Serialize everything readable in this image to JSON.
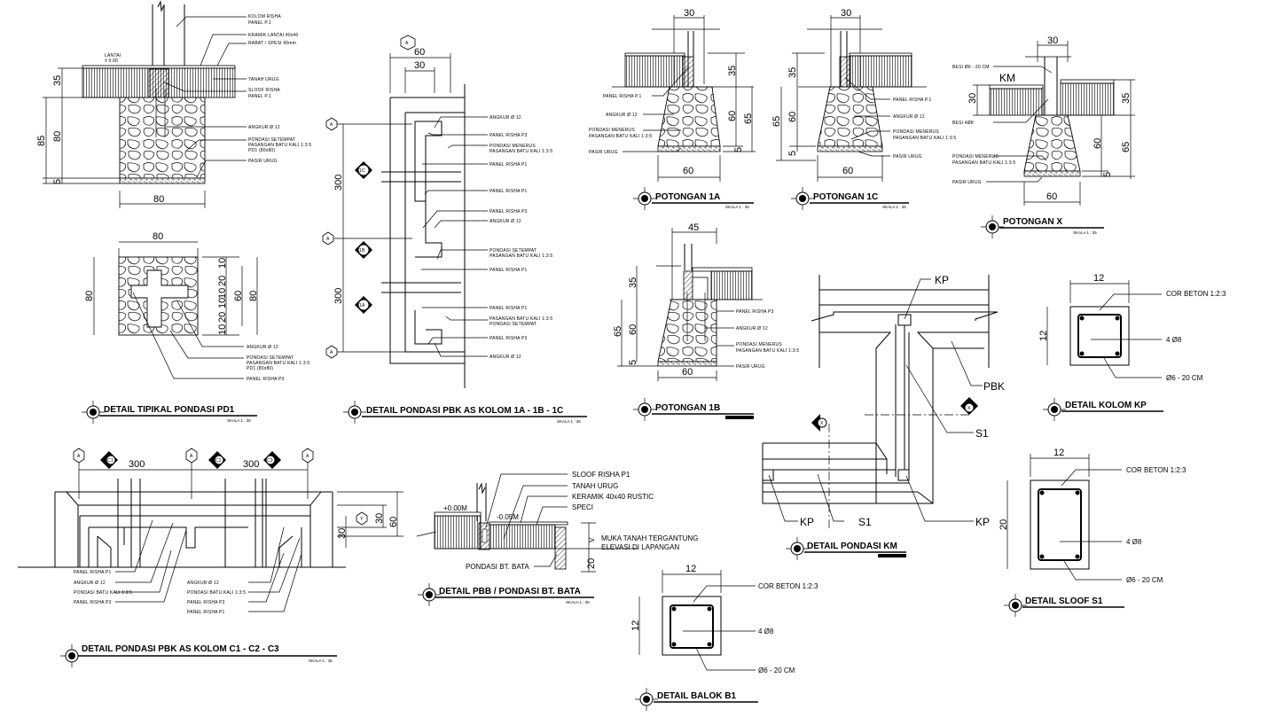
{
  "sheet": {
    "tipikal_pd1_section": {
      "labels": [
        "KOLOM RISHA",
        "PANEL P.1",
        "KRAMIK LANTAI 40x40",
        "RABAT / SPESI 40mm",
        "TANAH URUG",
        "SLOOF RISHA",
        "PANEL P.1",
        "ANGKUR Ø 12",
        "PONDASI SETEMPAT",
        "PASANGAN BATU KALI 1:3:5",
        "PD1 (80x80)",
        "PASIR URUG"
      ],
      "lantai": "LANTAI",
      "lantai_level": "± 0.00",
      "dims": {
        "h35": "35",
        "h80": "80",
        "h85": "85",
        "h5": "5",
        "w80": "80"
      }
    },
    "tipikal_pd1_plan": {
      "dims": {
        "w80": "80",
        "h80": "80",
        "r10a": "10",
        "r20a": "20",
        "r10b": "10",
        "r10c": "10",
        "r20b": "20",
        "r10d": "10",
        "h60": "60",
        "h80b": "80"
      },
      "labels": [
        "ANGKUR Ø 12",
        "PONDASI SETEMPAT",
        "PASANGAN BATU KALI 1:3:5",
        "PD1 (80x80)",
        "PANEL RISHA P3"
      ],
      "title": "DETAIL TIPIKAL PONDASI PD1",
      "scale": "SKALA 1 : 35"
    },
    "pbk_1a_1c": {
      "grid_top": "A",
      "grid_left": [
        "A",
        "A",
        "A"
      ],
      "section_marks": [
        "1C",
        "1B",
        "1A"
      ],
      "dims": {
        "w60": "60",
        "w30": "30",
        "h300a": "300",
        "h300b": "300"
      },
      "labels": [
        "ANGKUR Ø 12",
        "PANEL RISHA P3",
        "PONDASI MENERUS",
        "PASANGAN BATU KALI 1:3:5",
        "PANEL RISHA P1",
        "PANEL RISHA P1",
        "PANEL RISHA P3",
        "ANGKUR Ø 12",
        "PONDASI SETEMPAT",
        "PASANGAN BATU KALI 1:3:5",
        "PANEL RISHA P1",
        "PANEL RISHA P1",
        "PASANGAN BATU KALI 1:3:5",
        "PONDASI SETEMPAT",
        "PANEL RISHA P3",
        "ANGKUR Ø 12"
      ],
      "title": "DETAIL PONDASI PBK AS KOLOM 1A - 1B - 1C",
      "scale": "SKALA 1 : 35"
    },
    "potongan_1a": {
      "dims": {
        "w30": "30",
        "h35": "35",
        "h60": "60",
        "h65": "65",
        "h5": "5",
        "w60": "60"
      },
      "labels": [
        "PANEL RISHA P.1",
        "ANGKUR Ø 12",
        "PONDASI MENERUS",
        "PASANGAN BATU KALI 1:3:5",
        "PASIR URUG"
      ],
      "title": "POTONGAN 1A",
      "scale": "SKALA 1 : 35"
    },
    "potongan_1c": {
      "dims": {
        "w30": "30",
        "h35": "35",
        "h60": "60",
        "h65": "65",
        "h5": "5",
        "w60": "60"
      },
      "labels": [
        "PANEL RISHA P.1",
        "ANGKUR Ø 12",
        "PONDASI MENERUS",
        "PASANGAN BATU KALI 1:3:5",
        "PASIR URUG"
      ],
      "title": "POTONGAN 1C",
      "scale": "SKALA 1 : 35"
    },
    "potongan_x": {
      "km": "KM",
      "dims": {
        "w30": "30",
        "h30": "30",
        "h35": "35",
        "h60": "60",
        "h65": "65",
        "h5": "5",
        "w60": "60"
      },
      "labels": [
        "BESI Ø6 - 20 CM",
        "BESI 4Ø8",
        "PONDASI MENERUS",
        "PASANGAN BATU KALI 1:3:5",
        "PASIR URUG"
      ],
      "title": "POTONGAN X",
      "scale": "SKALA 1 : 35"
    },
    "potongan_1b": {
      "dims": {
        "w45": "45",
        "h35": "35",
        "h60": "60",
        "h65": "65",
        "h5": "5",
        "w60": "60"
      },
      "labels": [
        "PANEL RISHA P3",
        "ANGKUR Ø 12",
        "PONDASI MENERUS",
        "PASANGAN BATU KALI 1:3:5",
        "PASIR URUG"
      ],
      "title": "POTONGAN 1B"
    },
    "pondasi_km": {
      "labels": {
        "kp_top": "KP",
        "pbk": "PBK",
        "s1_right": "S1",
        "kp_left": "KP",
        "s1_bottom": "S1",
        "kp_right": "KP"
      },
      "section_mark": "X",
      "title": "DETAIL PONDASI KM"
    },
    "kolom_kp": {
      "dims": {
        "w": "12",
        "h": "12"
      },
      "labels": [
        "COR BETON 1:2:3",
        "4 Ø8",
        "Ø6 - 20 CM"
      ],
      "title": "DETAIL KOLOM KP"
    },
    "sloof_s1": {
      "dims": {
        "w": "12",
        "h": "20"
      },
      "labels": [
        "COR BETON 1:2:3",
        "4 Ø8",
        "Ø6 - 20 CM"
      ],
      "title": "DETAIL SLOOF S1"
    },
    "balok_b1": {
      "dims": {
        "w": "12",
        "h": "12"
      },
      "labels": [
        "COR BETON 1:2:3",
        "4 Ø8",
        "Ø6 - 20 CM"
      ],
      "title": "DETAIL BALOK B1"
    },
    "pbk_c1_c3": {
      "grid_marks": [
        "A",
        "A",
        "A"
      ],
      "column_marks": [
        "C1",
        "C2",
        "C3"
      ],
      "side_grid": "Y",
      "dims": {
        "span1": "300",
        "span2": "300",
        "h30a": "30",
        "h30b": "30",
        "h60": "60"
      },
      "labels_left": [
        "PANEL RISHA P1",
        "ANGKUR Ø 12",
        "PONDASI BATU KALI 1:3:5",
        "PANEL RISHA P3"
      ],
      "labels_right": [
        "ANGKUR Ø 12",
        "PONDASI BATU KALI 1:3:5",
        "PANEL RISHA P3",
        "PANEL RISHA P1"
      ],
      "title": "DETAIL PONDASI PBK AS KOLOM C1 - C2 - C3",
      "scale": "SKALA 1 : 35"
    },
    "pbb_bata": {
      "labels": [
        "SLOOF  RISHA P1",
        "TANAH URUG",
        "KERAMIK 40x40 RUSTIC",
        "SPECI"
      ],
      "level_top": "+0.00M",
      "level_low": "-0.05M",
      "muka_tanah": [
        "MUKA TANAH TERGANTUNG",
        "ELEVASI DI LAPANGAN"
      ],
      "pondasi": "PONDASI BT. BATA",
      "dims": {
        "v": "V",
        "h20": "20"
      },
      "title": "DETAIL PBB / PONDASI BT. BATA",
      "scale": "SKALA 1 : 35"
    }
  }
}
